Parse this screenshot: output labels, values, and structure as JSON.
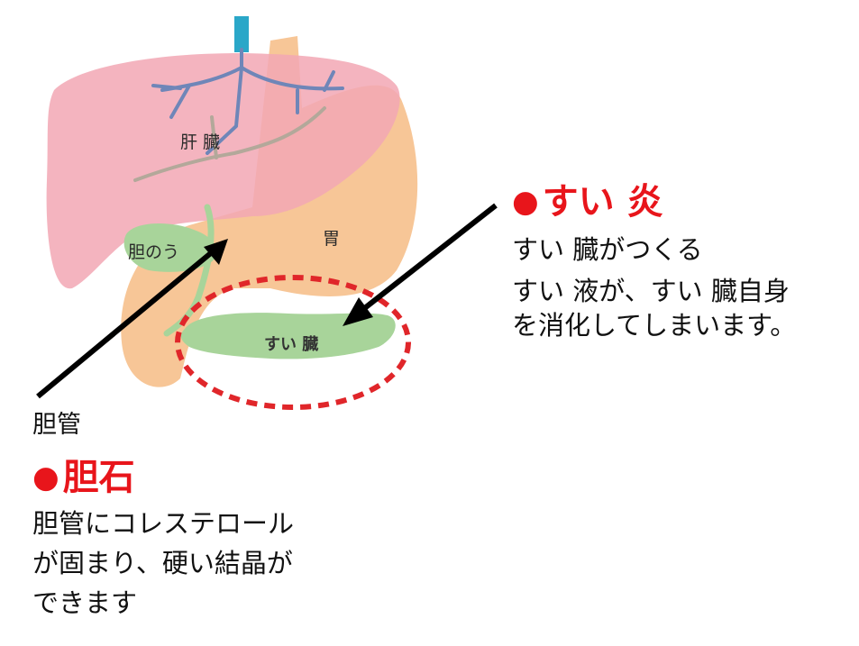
{
  "organs": {
    "liver": "肝 臓",
    "gallbladder": "胆のう",
    "stomach": "胃",
    "pancreas": "すい 臓"
  },
  "bile_duct_label": "胆管",
  "pancreatitis": {
    "bullet": "●",
    "title": "すい 炎",
    "lines": [
      "すい 臓がつくる",
      "すい 液が、すい 臓自身",
      "を消化してしまいます。"
    ]
  },
  "gallstone": {
    "bullet": "●",
    "title": "胆石",
    "lines": [
      "胆管にコレステロール",
      "が固まり、硬い結晶が",
      "できます"
    ]
  },
  "colors": {
    "heading_red": "#e8151b",
    "liver": "#f2a7b4",
    "stomach": "#f6c08c",
    "gallbladder": "#a8d49a",
    "vessels": "#6f86b8",
    "ring": "#e0262a"
  }
}
